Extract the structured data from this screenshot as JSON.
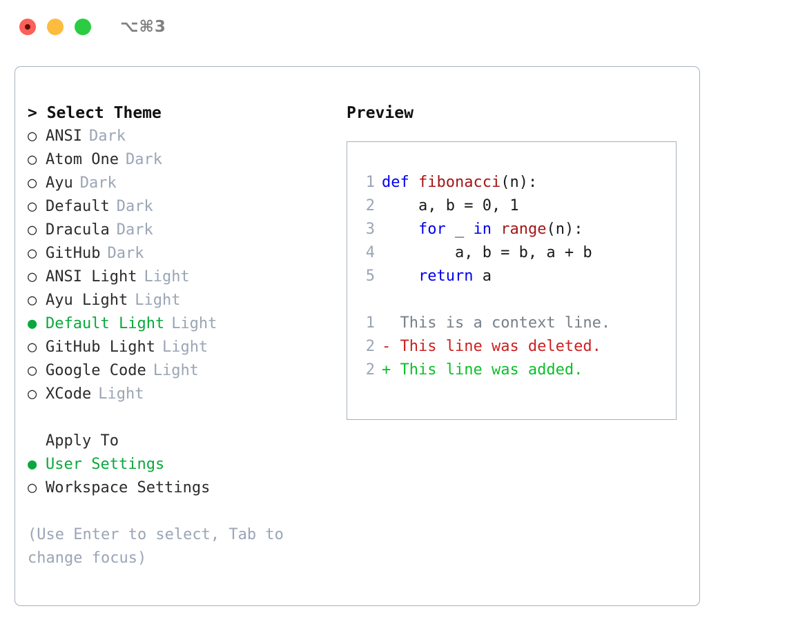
{
  "window": {
    "traffic_lights": [
      "close",
      "minimize",
      "zoom"
    ],
    "title": "⌥⌘3"
  },
  "theme_list": {
    "header": "> Select Theme",
    "items": [
      {
        "marker": "○",
        "label": "ANSI",
        "tag": "Dark",
        "selected": false
      },
      {
        "marker": "○",
        "label": "Atom One",
        "tag": "Dark",
        "selected": false
      },
      {
        "marker": "○",
        "label": "Ayu",
        "tag": "Dark",
        "selected": false
      },
      {
        "marker": "○",
        "label": "Default",
        "tag": "Dark",
        "selected": false
      },
      {
        "marker": "○",
        "label": "Dracula",
        "tag": "Dark",
        "selected": false
      },
      {
        "marker": "○",
        "label": "GitHub",
        "tag": "Dark",
        "selected": false
      },
      {
        "marker": "○",
        "label": "ANSI Light",
        "tag": "Light",
        "selected": false
      },
      {
        "marker": "○",
        "label": "Ayu Light",
        "tag": "Light",
        "selected": false
      },
      {
        "marker": "●",
        "label": "Default Light",
        "tag": "Light",
        "selected": true
      },
      {
        "marker": "○",
        "label": "GitHub Light",
        "tag": "Light",
        "selected": false
      },
      {
        "marker": "○",
        "label": "Google Code",
        "tag": "Light",
        "selected": false
      },
      {
        "marker": "○",
        "label": "XCode",
        "tag": "Light",
        "selected": false
      }
    ]
  },
  "apply_to": {
    "label": "Apply To",
    "items": [
      {
        "marker": "●",
        "label": "User Settings",
        "selected": true
      },
      {
        "marker": "○",
        "label": "Workspace Settings",
        "selected": false
      }
    ]
  },
  "hint": "(Use Enter to select, Tab to change focus)",
  "preview": {
    "title": "Preview",
    "code_lines": [
      {
        "num": "1",
        "tokens": [
          {
            "t": "def ",
            "c": "kw"
          },
          {
            "t": "fibonacci",
            "c": "fn"
          },
          {
            "t": "(n):",
            "c": "plain"
          }
        ]
      },
      {
        "num": "2",
        "tokens": [
          {
            "t": "    a, b = 0, 1",
            "c": "plain"
          }
        ]
      },
      {
        "num": "3",
        "tokens": [
          {
            "t": "    ",
            "c": "plain"
          },
          {
            "t": "for",
            "c": "kw"
          },
          {
            "t": " _ ",
            "c": "plain"
          },
          {
            "t": "in",
            "c": "kw"
          },
          {
            "t": " ",
            "c": "plain"
          },
          {
            "t": "range",
            "c": "fn"
          },
          {
            "t": "(n):",
            "c": "plain"
          }
        ]
      },
      {
        "num": "4",
        "tokens": [
          {
            "t": "        a, b = b, a + b",
            "c": "plain"
          }
        ]
      },
      {
        "num": "5",
        "tokens": [
          {
            "t": "    ",
            "c": "plain"
          },
          {
            "t": "return",
            "c": "kw"
          },
          {
            "t": " a",
            "c": "plain"
          }
        ]
      }
    ],
    "diff_lines": [
      {
        "num": "1",
        "prefix": "  ",
        "text": "This is a context line.",
        "kind": "ctx"
      },
      {
        "num": "2",
        "prefix": "- ",
        "text": "This line was deleted.",
        "kind": "del"
      },
      {
        "num": "2",
        "prefix": "+ ",
        "text": "This line was added.",
        "kind": "add"
      }
    ]
  },
  "colors": {
    "selected_green": "#0aa83c",
    "tag_gray": "#9aa5b5",
    "border": "#a7b0bf",
    "keyword_blue": "#0000ee",
    "function_red": "#a41515",
    "diff_deleted": "#cc1f1f",
    "diff_added": "#0bbf2a",
    "diff_context": "#777f88",
    "light_red": "#fc6058",
    "light_yellow": "#fdbc40",
    "light_green": "#2bcc41"
  }
}
